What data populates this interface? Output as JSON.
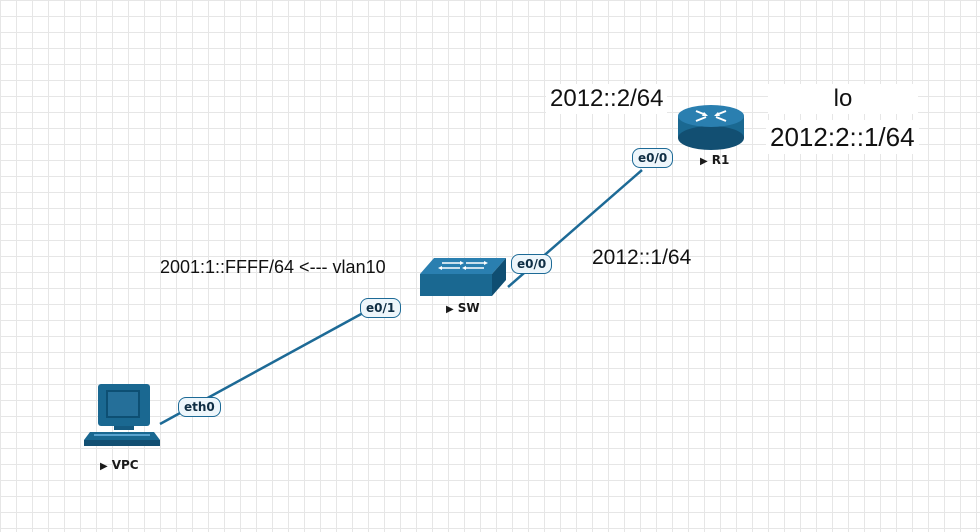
{
  "nodes": {
    "vpc": {
      "label": "VPC"
    },
    "sw": {
      "label": "SW"
    },
    "r1": {
      "label": "R1"
    }
  },
  "interfaces": {
    "vpc_eth0": "eth0",
    "sw_e01": "e0/1",
    "sw_e00": "e0/0",
    "r1_e00": "e0/0"
  },
  "annotations": {
    "vlan10_addr": "2001:1::FFFF/64 <--- vlan10",
    "sw_e00_addr": "2012::1/64",
    "r1_e00_addr": "2012::2/64",
    "loopback_name": "lo",
    "loopback_addr": "2012:2::1/64"
  },
  "colors": {
    "link": "#1d6a96",
    "device": "#1a6891"
  },
  "icons": {
    "vpc": "computer-icon",
    "sw": "switch-icon",
    "r1": "router-icon"
  }
}
